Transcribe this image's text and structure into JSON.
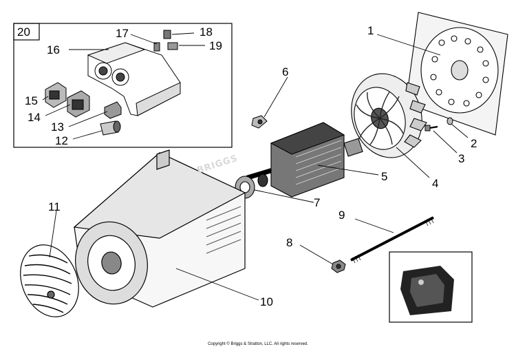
{
  "diagram": {
    "inset_box_label": "20",
    "callouts": [
      "1",
      "2",
      "3",
      "4",
      "5",
      "6",
      "7",
      "8",
      "9",
      "10",
      "11",
      "12",
      "13",
      "14",
      "15",
      "16",
      "17",
      "18",
      "19"
    ],
    "watermark": "BRIGGS"
  },
  "footer": {
    "copyright": "Copyright © Briggs & Stratton, LLC. All rights reserved."
  }
}
